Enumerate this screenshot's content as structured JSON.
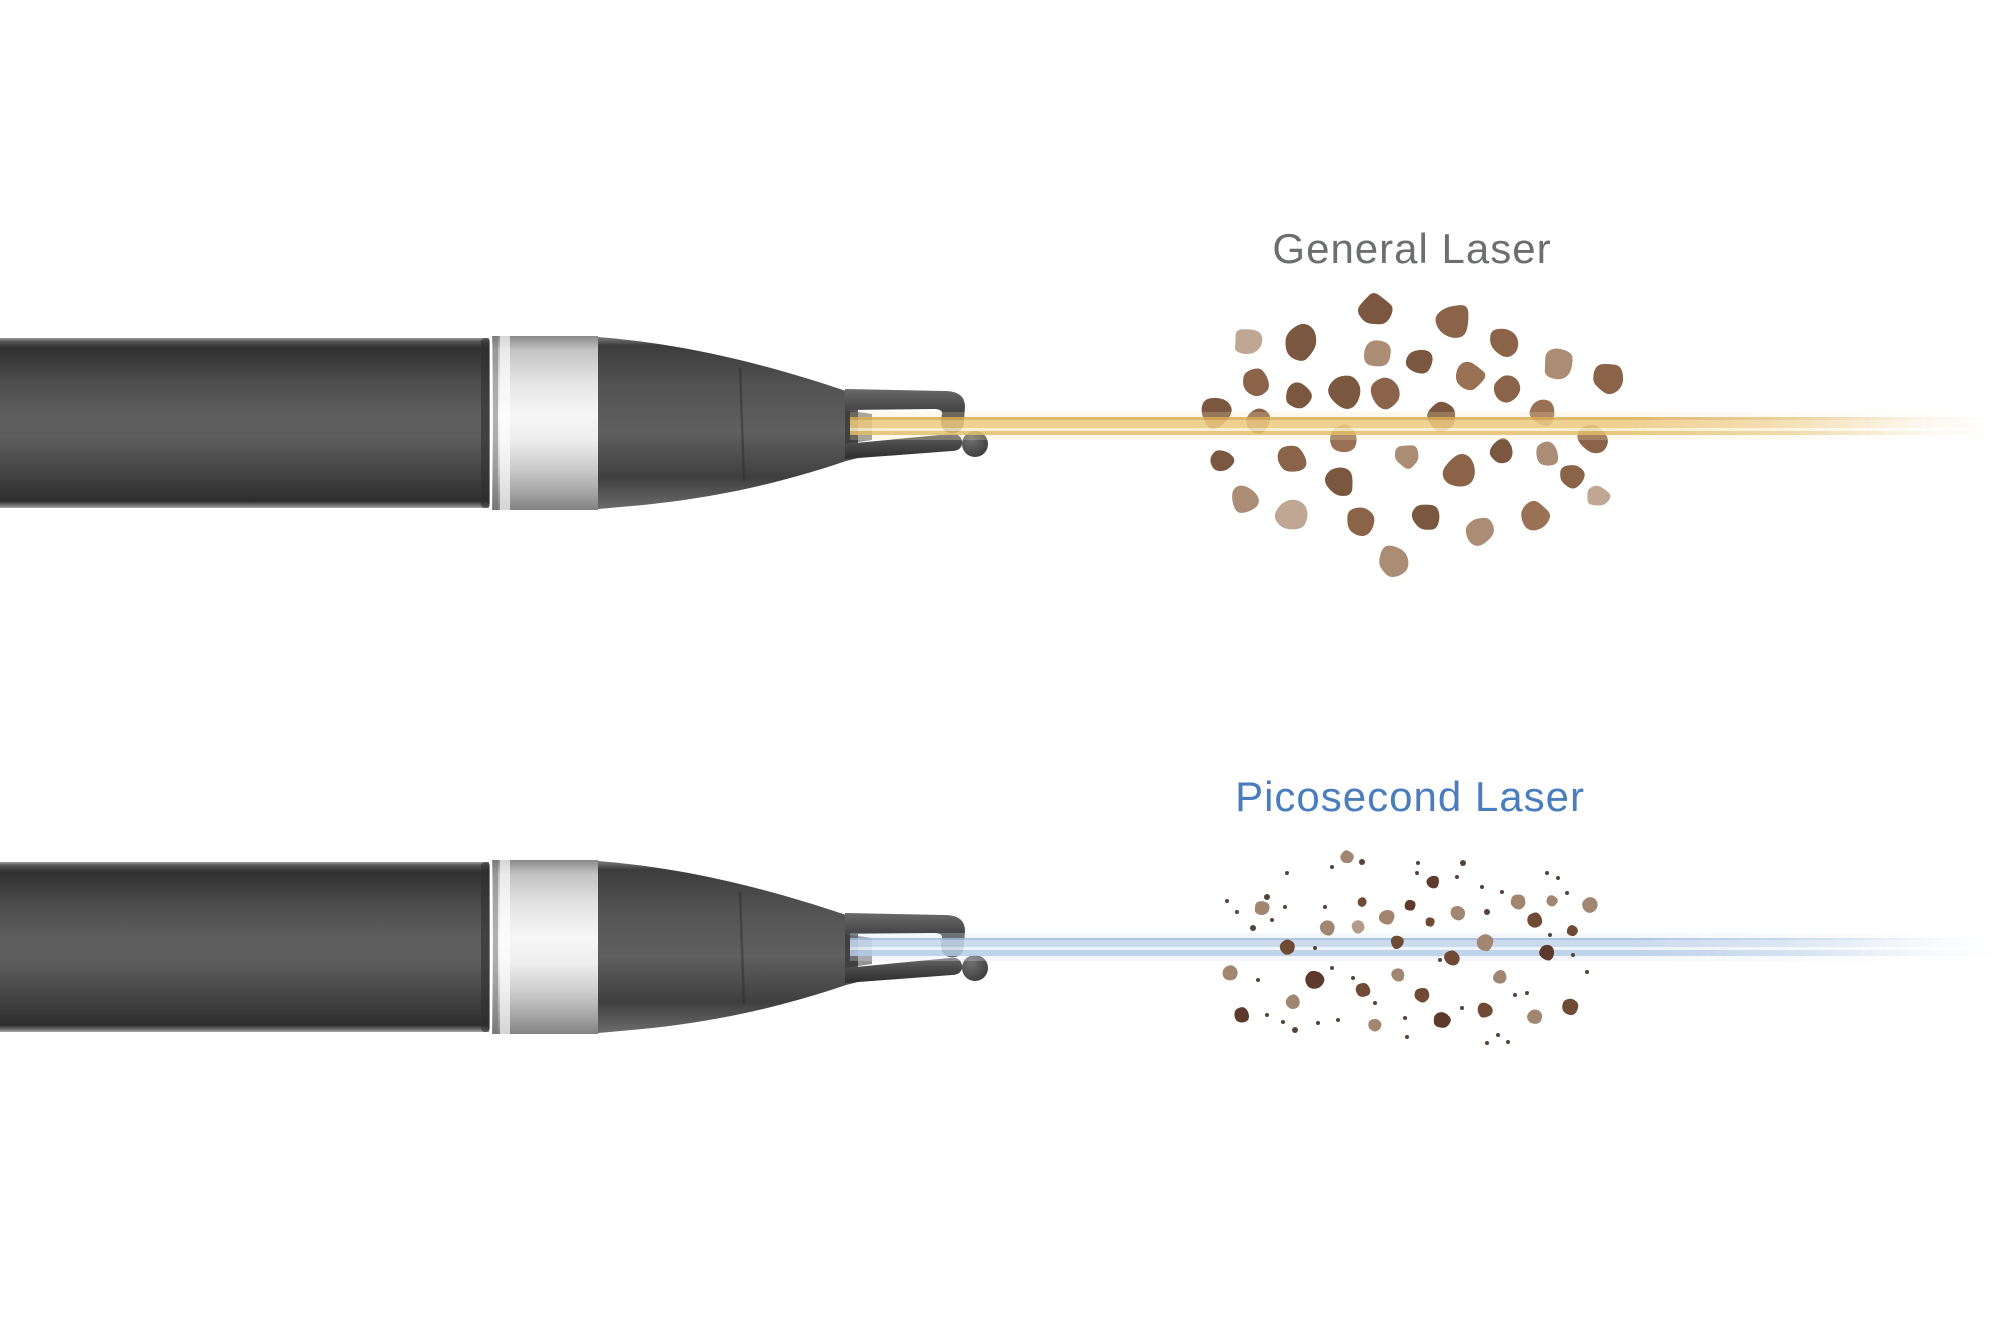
{
  "figure": {
    "background_color": "#ffffff",
    "description_names": [
      "general-laser-section",
      "picosecond-laser-section"
    ]
  },
  "general_laser": {
    "label": "General Laser",
    "label_color": "#6d6e70",
    "beam_colors": {
      "edge": "#d9ae58",
      "main": "#ecca82",
      "gap": "#f8eecb",
      "lower": "#e5bf6b",
      "halo": "#f4e3b2"
    },
    "particle_palette": [
      "#8a6349",
      "#7b573f",
      "#9a7155",
      "#ab8d76",
      "#bfa794",
      "#8f6a52"
    ],
    "particles": [
      [
        1375,
        310,
        17,
        1
      ],
      [
        1453,
        321,
        19,
        0
      ],
      [
        1248,
        341,
        15,
        4
      ],
      [
        1300,
        342,
        18,
        1
      ],
      [
        1377,
        352,
        15,
        3
      ],
      [
        1420,
        361,
        13,
        1
      ],
      [
        1505,
        342,
        16,
        0
      ],
      [
        1558,
        364,
        16,
        3
      ],
      [
        1608,
        379,
        16,
        0
      ],
      [
        1470,
        377,
        15,
        2
      ],
      [
        1507,
        389,
        13,
        0
      ],
      [
        1257,
        382,
        14,
        0
      ],
      [
        1297,
        397,
        14,
        1
      ],
      [
        1343,
        392,
        17,
        1
      ],
      [
        1385,
        394,
        16,
        0
      ],
      [
        1215,
        412,
        16,
        1
      ],
      [
        1258,
        422,
        13,
        0
      ],
      [
        1440,
        416,
        15,
        1
      ],
      [
        1543,
        414,
        13,
        2
      ],
      [
        1593,
        439,
        15,
        0
      ],
      [
        1343,
        439,
        14,
        2
      ],
      [
        1223,
        461,
        12,
        1
      ],
      [
        1292,
        459,
        16,
        0
      ],
      [
        1340,
        482,
        15,
        1
      ],
      [
        1407,
        456,
        13,
        3
      ],
      [
        1460,
        471,
        16,
        0
      ],
      [
        1502,
        452,
        14,
        1
      ],
      [
        1548,
        454,
        12,
        3
      ],
      [
        1573,
        476,
        13,
        0
      ],
      [
        1598,
        496,
        12,
        4
      ],
      [
        1245,
        499,
        14,
        3
      ],
      [
        1293,
        516,
        17,
        4
      ],
      [
        1360,
        522,
        16,
        0
      ],
      [
        1427,
        517,
        15,
        1
      ],
      [
        1480,
        531,
        15,
        3
      ],
      [
        1535,
        516,
        14,
        2
      ],
      [
        1392,
        562,
        15,
        3
      ]
    ]
  },
  "picosecond_laser": {
    "label": "Picosecond Laser",
    "label_color": "#4a7dbd",
    "beam_colors": {
      "edge": "#9fbcdf",
      "main": "#c6d6ec",
      "gap": "#edf2f9",
      "lower": "#b5cbe7",
      "halo": "#dce7f5"
    },
    "particle_palette": [
      "#a18672",
      "#6f4a35",
      "#53433a",
      "#8a6349",
      "#b49a88",
      "#5d3a2b"
    ],
    "particles": [
      [
        1347,
        857,
        7,
        0
      ],
      [
        1433,
        882,
        7,
        5
      ],
      [
        1262,
        908,
        8,
        0
      ],
      [
        1362,
        902,
        5,
        1
      ],
      [
        1410,
        905,
        6,
        5
      ],
      [
        1387,
        917,
        8,
        0
      ],
      [
        1458,
        913,
        8,
        0
      ],
      [
        1430,
        922,
        5,
        1
      ],
      [
        1518,
        902,
        8,
        0
      ],
      [
        1552,
        901,
        6,
        0
      ],
      [
        1590,
        905,
        8,
        0
      ],
      [
        1535,
        920,
        8,
        1
      ],
      [
        1572,
        931,
        6,
        1
      ],
      [
        1327,
        928,
        8,
        0
      ],
      [
        1358,
        927,
        7,
        4
      ],
      [
        1397,
        942,
        7,
        1
      ],
      [
        1485,
        943,
        9,
        0
      ],
      [
        1287,
        947,
        8,
        1
      ],
      [
        1547,
        953,
        8,
        5
      ],
      [
        1452,
        958,
        8,
        1
      ],
      [
        1230,
        973,
        8,
        0
      ],
      [
        1315,
        980,
        10,
        5
      ],
      [
        1363,
        990,
        8,
        1
      ],
      [
        1398,
        975,
        7,
        0
      ],
      [
        1422,
        995,
        8,
        1
      ],
      [
        1500,
        977,
        7,
        0
      ],
      [
        1293,
        1002,
        8,
        0
      ],
      [
        1242,
        1015,
        8,
        5
      ],
      [
        1375,
        1025,
        7,
        0
      ],
      [
        1442,
        1020,
        9,
        5
      ],
      [
        1485,
        1010,
        8,
        1
      ],
      [
        1535,
        1017,
        8,
        0
      ],
      [
        1570,
        1007,
        9,
        1
      ],
      [
        1332,
        867,
        2,
        2
      ],
      [
        1362,
        862,
        3,
        2
      ],
      [
        1418,
        863,
        2,
        2
      ],
      [
        1463,
        863,
        3,
        2
      ],
      [
        1287,
        873,
        2,
        2
      ],
      [
        1417,
        873,
        2,
        2
      ],
      [
        1457,
        877,
        2,
        2
      ],
      [
        1227,
        901,
        2,
        2
      ],
      [
        1237,
        912,
        2,
        2
      ],
      [
        1267,
        897,
        3,
        2
      ],
      [
        1285,
        907,
        2,
        2
      ],
      [
        1325,
        907,
        2,
        2
      ],
      [
        1253,
        928,
        3,
        2
      ],
      [
        1272,
        920,
        2,
        2
      ],
      [
        1482,
        887,
        2,
        2
      ],
      [
        1502,
        892,
        2,
        2
      ],
      [
        1487,
        912,
        3,
        2
      ],
      [
        1547,
        873,
        2,
        2
      ],
      [
        1558,
        878,
        2,
        2
      ],
      [
        1567,
        893,
        2,
        2
      ],
      [
        1550,
        935,
        2,
        2
      ],
      [
        1315,
        948,
        2,
        2
      ],
      [
        1440,
        960,
        2,
        2
      ],
      [
        1573,
        955,
        2,
        2
      ],
      [
        1587,
        972,
        2,
        2
      ],
      [
        1332,
        968,
        2,
        2
      ],
      [
        1353,
        978,
        2,
        2
      ],
      [
        1375,
        1003,
        2,
        2
      ],
      [
        1258,
        980,
        2,
        2
      ],
      [
        1267,
        1015,
        2,
        2
      ],
      [
        1283,
        1022,
        2,
        2
      ],
      [
        1295,
        1030,
        3,
        2
      ],
      [
        1318,
        1023,
        2,
        2
      ],
      [
        1338,
        1020,
        2,
        2
      ],
      [
        1405,
        1018,
        2,
        2
      ],
      [
        1407,
        1037,
        2,
        2
      ],
      [
        1462,
        1008,
        2,
        2
      ],
      [
        1515,
        995,
        2,
        2
      ],
      [
        1527,
        993,
        2,
        2
      ],
      [
        1498,
        1035,
        2,
        2
      ],
      [
        1487,
        1043,
        2,
        2
      ],
      [
        1508,
        1042,
        2,
        2
      ]
    ]
  }
}
